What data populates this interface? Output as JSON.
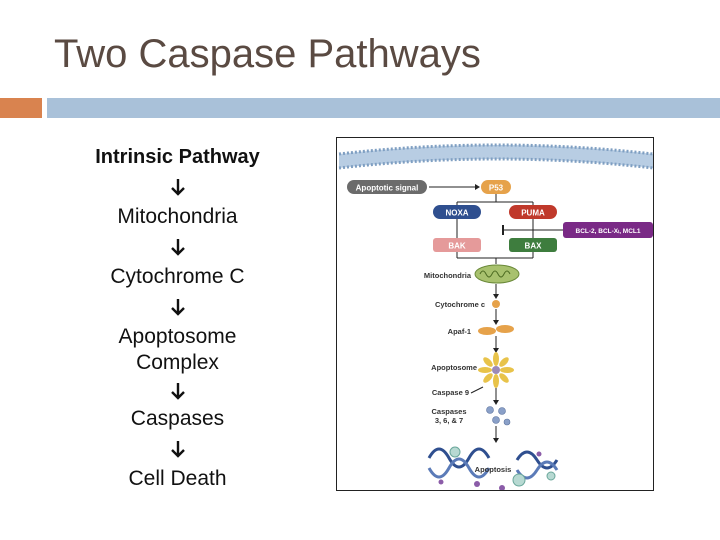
{
  "title": "Two Caspase Pathways",
  "flow": {
    "steps": [
      "Intrinsic Pathway",
      "Mitochondria",
      "Cytochrome C",
      "Apoptosome\nComplex",
      "Caspases",
      "Cell Death"
    ]
  },
  "figure": {
    "apoptotic_signal": "Apoptotic signal",
    "p53": "P53",
    "noxa": "NOXA",
    "puma": "PUMA",
    "bcl": "BCL-2, BCL-Xₗ, MCL1",
    "bak": "BAK",
    "bax": "BAX",
    "mitochondria": "Mitochondria",
    "cytochrome_c": "Cytochrome c",
    "apaf1": "Apaf-1",
    "apoptosome": "Apoptosome",
    "caspase9": "Caspase 9",
    "caspases_line1": "Caspases",
    "caspases_line2": "3, 6, & 7",
    "apoptosis": "Apoptosis"
  },
  "colors": {
    "title": "#5a4a42",
    "accent_orange": "#d9834f",
    "accent_blue": "#a9c1d9",
    "signal_gray": "#6b6b6b",
    "p53_orange": "#e6a24a",
    "noxa_blue": "#2f4f8f",
    "puma_red": "#c0392b",
    "bcl_purple": "#7a2a86",
    "bak_pink": "#e59a9a",
    "bax_green": "#3e7d3e"
  }
}
